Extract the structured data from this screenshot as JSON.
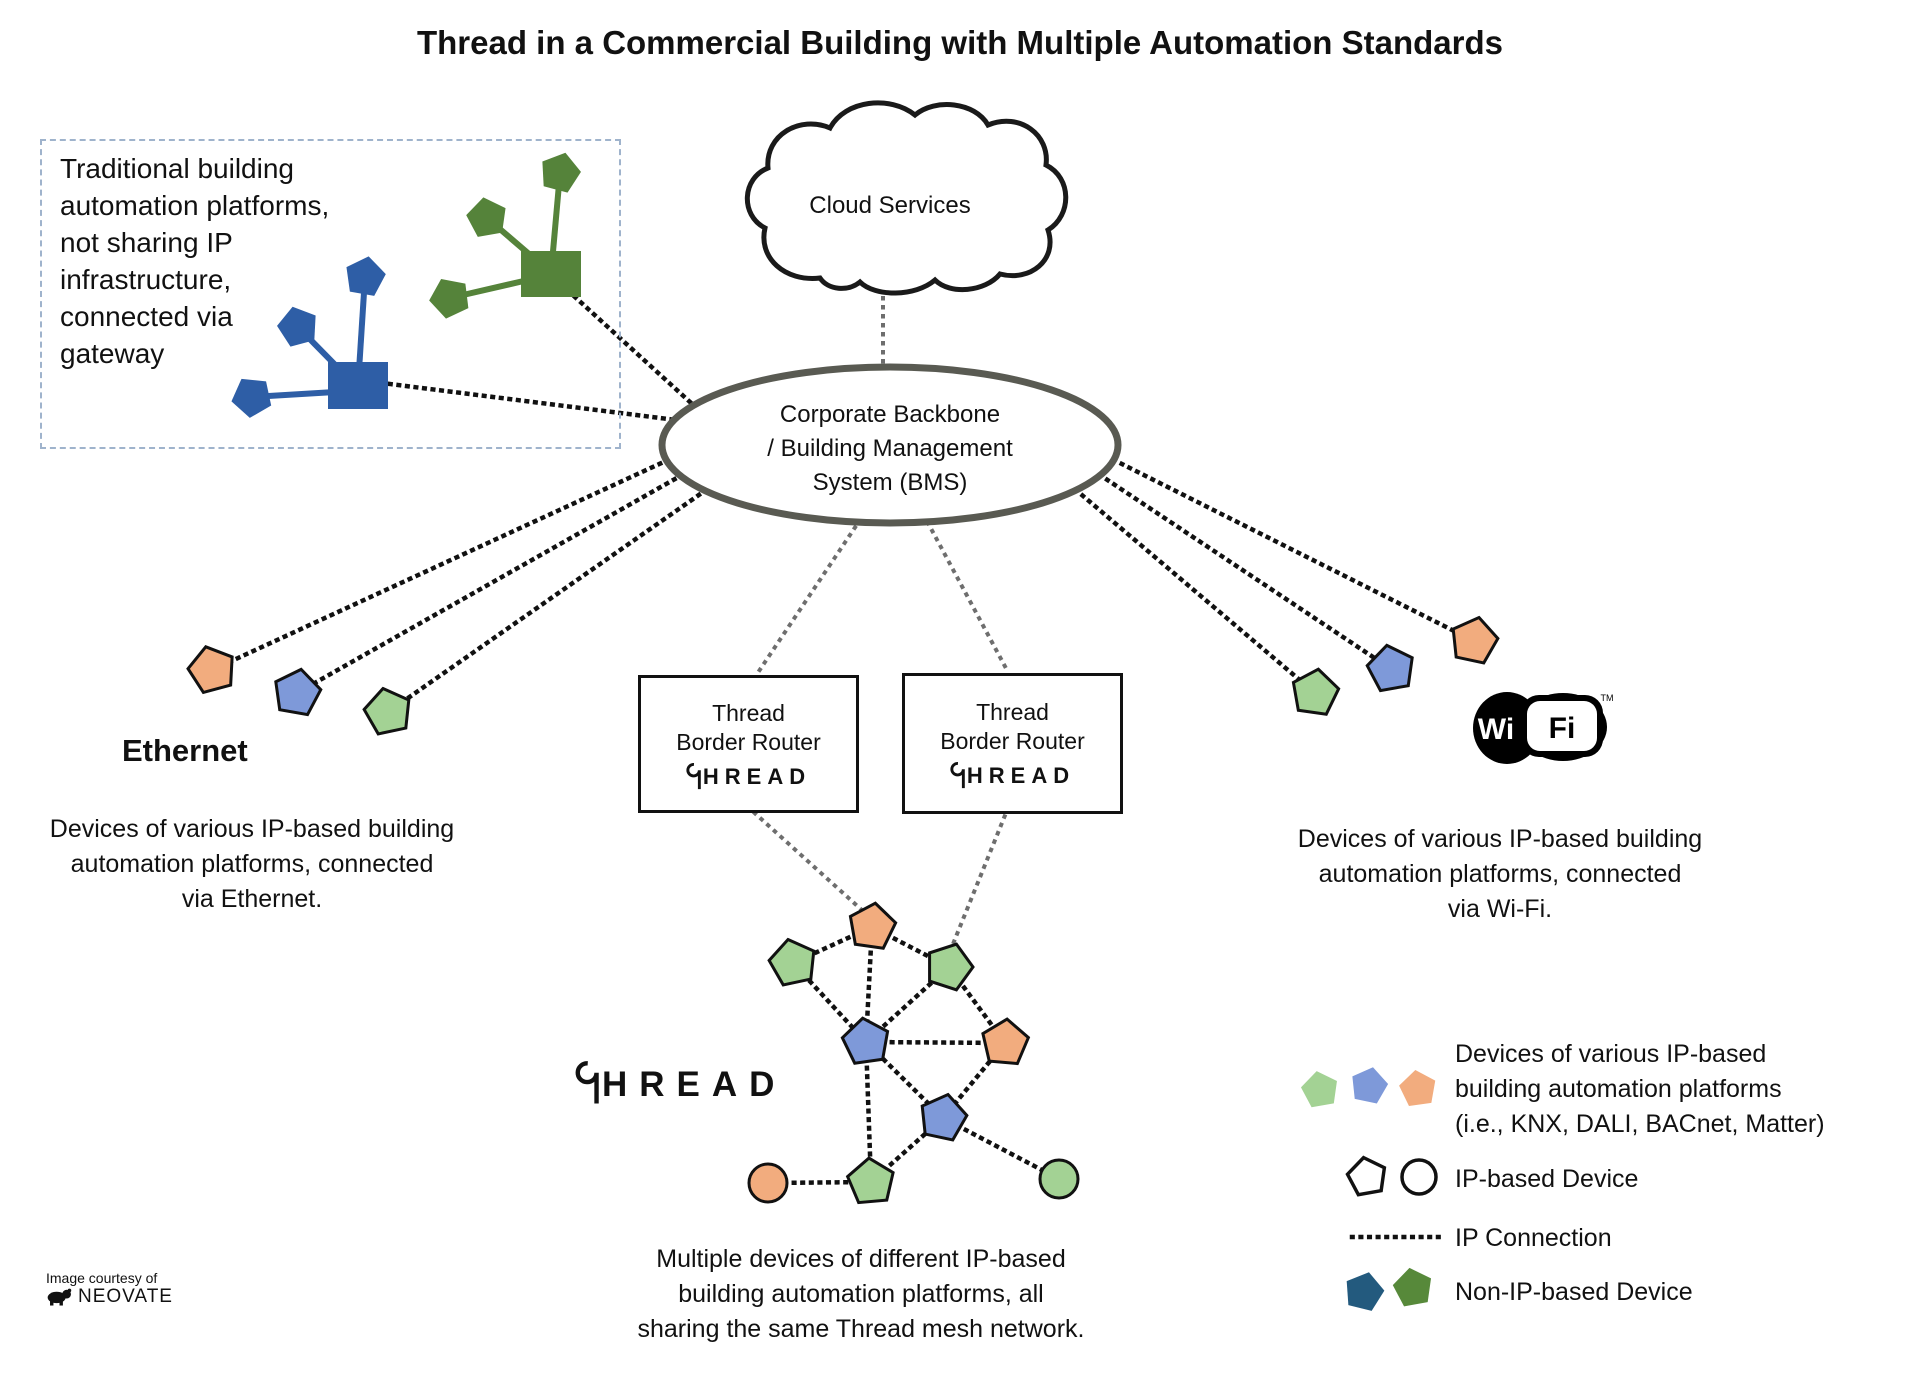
{
  "title": "Thread in a Commercial Building with Multiple Automation Standards",
  "gateway_box": {
    "note": "Traditional building\nautomation platforms,\nnot sharing IP\ninfrastructure,\nconnected via\ngateway"
  },
  "cloud": {
    "label": "Cloud Services"
  },
  "bms": {
    "label": "Corporate Backbone\n/ Building Management\nSystem (BMS)"
  },
  "border_routers": [
    {
      "title": "Thread\nBorder Router",
      "logo_text": "HREAD"
    },
    {
      "title": "Thread\nBorder Router",
      "logo_text": "HREAD"
    }
  ],
  "ethernet": {
    "heading": "Ethernet",
    "description": "Devices of various IP-based building\nautomation platforms, connected\nvia Ethernet."
  },
  "wifi": {
    "logo_wi": "Wi",
    "logo_fi": "Fi",
    "trademark": "TM",
    "description": "Devices of various IP-based building\nautomation platforms, connected\nvia Wi-Fi."
  },
  "thread_mesh": {
    "logo_text": "HREAD",
    "description": "Multiple devices of different IP-based\nbuilding automation platforms, all\nsharing the same Thread mesh network.",
    "nodes": [
      {
        "shape": "pentagon",
        "color": "orange"
      },
      {
        "shape": "pentagon",
        "color": "green"
      },
      {
        "shape": "pentagon",
        "color": "green"
      },
      {
        "shape": "pentagon",
        "color": "blue"
      },
      {
        "shape": "pentagon",
        "color": "orange"
      },
      {
        "shape": "pentagon",
        "color": "blue"
      },
      {
        "shape": "pentagon",
        "color": "green"
      },
      {
        "shape": "circle",
        "color": "orange"
      },
      {
        "shape": "circle",
        "color": "green"
      }
    ]
  },
  "legend": {
    "items": [
      {
        "label": "Devices of various IP-based\nbuilding automation platforms\n(i.e., KNX, DALI, BACnet, Matter)"
      },
      {
        "label": "IP-based Device"
      },
      {
        "label": "IP Connection"
      },
      {
        "label": "Non-IP-based Device"
      }
    ]
  },
  "credit": {
    "prefix": "Image courtesy of",
    "brand": "NEOVATE"
  },
  "colors": {
    "light_green": "#A3D294",
    "light_blue": "#7E99D9",
    "light_orange": "#F2AC7E",
    "cluster_dark_blue": "#2E5EA6",
    "cluster_dark_green": "#55833A",
    "legend_dark_blue": "#235A7E",
    "legend_dark_green": "#57893A",
    "bms_stroke": "#595A52",
    "connector_black": "#111111",
    "connector_gray": "#6E6E6E"
  }
}
